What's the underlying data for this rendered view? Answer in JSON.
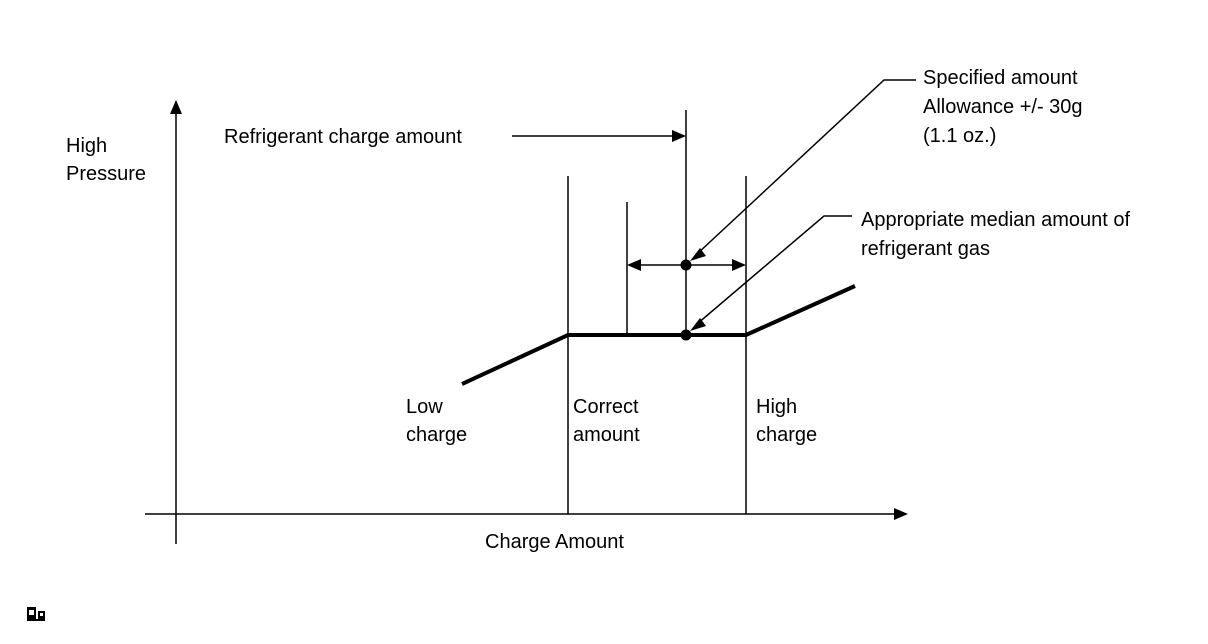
{
  "diagram": {
    "y_axis_label": [
      "High",
      "Pressure"
    ],
    "x_axis_label": "Charge Amount",
    "charge_amount_label": "Refrigerant charge amount",
    "specified_label": [
      "Specified amount",
      "Allowance +/- 30g",
      "(1.1 oz.)"
    ],
    "median_label": [
      "Appropriate median amount of",
      "refrigerant gas"
    ],
    "low_charge_label": [
      "Low",
      "charge"
    ],
    "correct_amount_label": [
      "Correct",
      "amount"
    ],
    "high_charge_label": [
      "High",
      "charge"
    ],
    "corner_icon": "page-mark-icon"
  }
}
